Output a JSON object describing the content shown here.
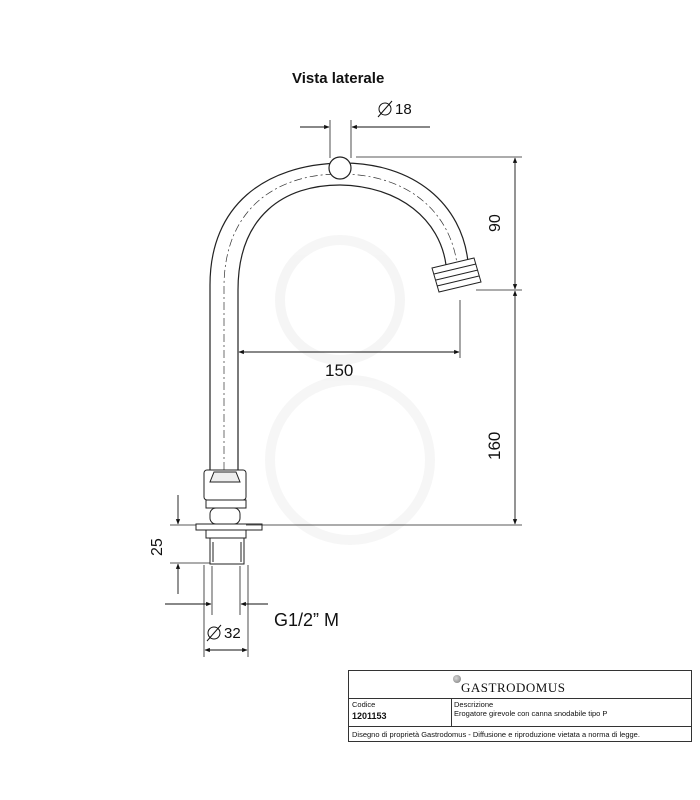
{
  "view_title": "Vista laterale",
  "dimensions": {
    "tube_diameter": "18",
    "spout_height": "90",
    "reach": "150",
    "height": "160",
    "base_height": "25",
    "thread": "G1/2” M",
    "base_diameter": "32"
  },
  "title_block": {
    "brand": "GASTRODOMUS",
    "code_label": "Codice",
    "code_value": "1201153",
    "description_label": "Descrizione",
    "description_value": "Erogatore girevole con canna snodabile tipo P",
    "footer": "Disegno di proprietà Gastrodomus - Diffusione e riproduzione vietata a norma di legge."
  }
}
